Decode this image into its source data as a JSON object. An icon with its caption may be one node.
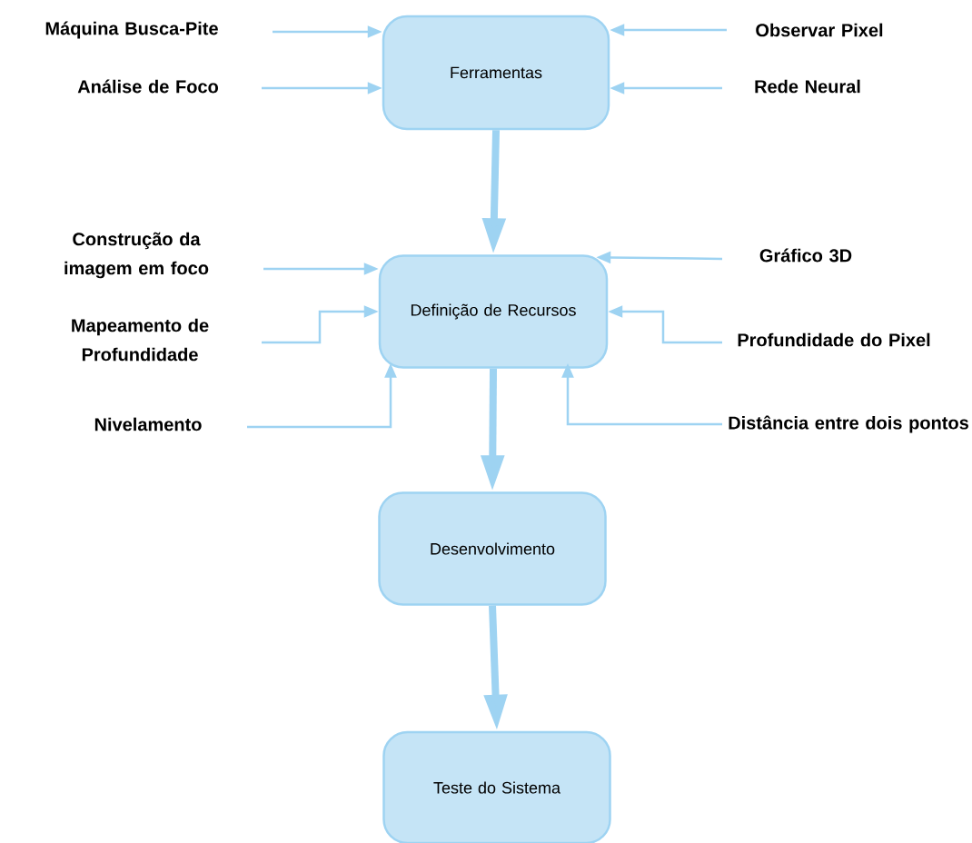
{
  "diagram": {
    "nodes": [
      {
        "text": [
          "Ferramentas"
        ]
      },
      {
        "text": [
          "Definição de Recursos"
        ]
      },
      {
        "text": [
          "Desenvolvimento"
        ]
      },
      {
        "text": [
          "Teste do Sistema"
        ]
      },
      {
        "text": [
          "Máquina Busca-Pite"
        ]
      },
      {
        "text": [
          "Observar Pixel"
        ]
      },
      {
        "text": [
          "Análise de Foco"
        ]
      },
      {
        "text": [
          "Rede Neural"
        ]
      },
      {
        "text": [
          "Construção da imagem em foco"
        ]
      },
      {
        "text": [
          "Gráfico 3D"
        ]
      },
      {
        "text": [
          "Mapeamento de Profundidade"
        ]
      },
      {
        "text": [
          "Profundidade do Pixel"
        ]
      },
      {
        "text": [
          "Nivelamento"
        ]
      },
      {
        "text": [
          "Distância entre dois pontos"
        ]
      }
    ],
    "edges": [
      {
        "from": 0,
        "to": 1,
        "arrow": "to",
        "style": "thick"
      },
      {
        "from": 1,
        "to": 2,
        "arrow": "to",
        "style": "thick"
      },
      {
        "from": 2,
        "to": 3,
        "arrow": "to",
        "style": "thick"
      },
      {
        "from": 4,
        "to": 0,
        "arrow": "to"
      },
      {
        "from": 5,
        "to": 0,
        "arrow": "to"
      },
      {
        "from": 6,
        "to": 0,
        "arrow": "to"
      },
      {
        "from": 7,
        "to": 0,
        "arrow": "to"
      },
      {
        "from": 8,
        "to": 1,
        "arrow": "to"
      },
      {
        "from": 9,
        "to": 1,
        "arrow": "to"
      },
      {
        "from": 10,
        "to": 1,
        "arrow": "to"
      },
      {
        "from": 11,
        "to": 1,
        "arrow": "to"
      },
      {
        "from": 12,
        "to": 1,
        "arrow": "to"
      },
      {
        "from": 13,
        "to": 1,
        "arrow": "to"
      }
    ]
  }
}
